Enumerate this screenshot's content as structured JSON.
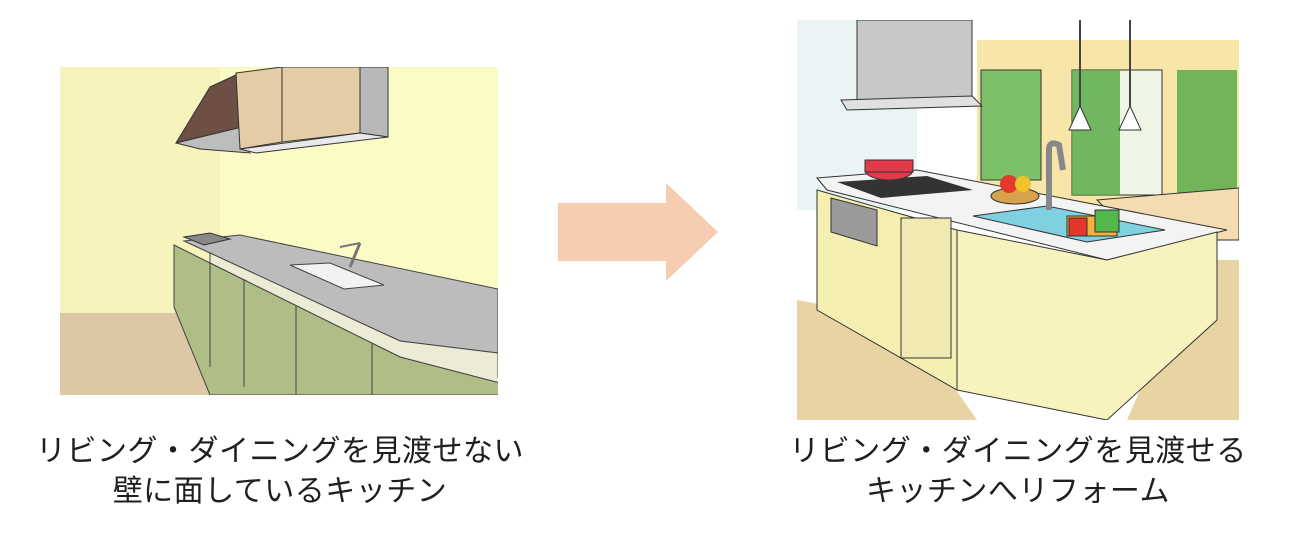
{
  "before": {
    "caption_line1": "リビング・ダイニングを見渡せない",
    "caption_line2": "壁に面しているキッチン"
  },
  "after": {
    "caption_line1": "リビング・ダイニングを見渡せる",
    "caption_line2": "キッチンへリフォーム"
  },
  "arrow": {
    "icon": "right-arrow-icon",
    "color": "#f6cdb0"
  }
}
